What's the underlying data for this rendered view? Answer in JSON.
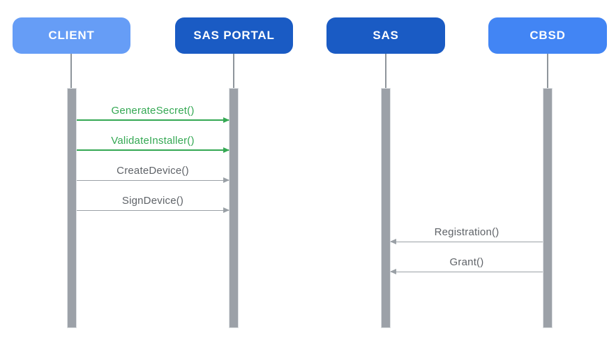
{
  "diagram": {
    "type": "sequence-diagram",
    "actors": [
      {
        "id": "client",
        "label": "CLIENT",
        "fill": "#669DF6",
        "text_color": "#FFFFFF"
      },
      {
        "id": "sas-portal",
        "label": "SAS PORTAL",
        "fill": "#1A5BC4",
        "text_color": "#FFFFFF"
      },
      {
        "id": "sas",
        "label": "SAS",
        "fill": "#1A5BC4",
        "text_color": "#FFFFFF"
      },
      {
        "id": "cbsd",
        "label": "CBSD",
        "fill": "#4285F4",
        "text_color": "#FFFFFF"
      }
    ],
    "messages": [
      {
        "label": "GenerateSecret()",
        "from": "CLIENT",
        "to": "SAS PORTAL",
        "direction": "right",
        "line_color": "#34A853",
        "text_color": "#34A853"
      },
      {
        "label": "ValidateInstaller()",
        "from": "CLIENT",
        "to": "SAS PORTAL",
        "direction": "right",
        "line_color": "#34A853",
        "text_color": "#34A853"
      },
      {
        "label": "CreateDevice()",
        "from": "CLIENT",
        "to": "SAS PORTAL",
        "direction": "right",
        "line_color": "#9AA0A6",
        "text_color": "#5F6368"
      },
      {
        "label": "SignDevice()",
        "from": "CLIENT",
        "to": "SAS PORTAL",
        "direction": "right",
        "line_color": "#9AA0A6",
        "text_color": "#5F6368"
      },
      {
        "label": "Registration()",
        "from": "CBSD",
        "to": "SAS",
        "direction": "left",
        "line_color": "#9AA0A6",
        "text_color": "#5F6368"
      },
      {
        "label": "Grant()",
        "from": "CBSD",
        "to": "SAS",
        "direction": "left",
        "line_color": "#9AA0A6",
        "text_color": "#5F6368"
      }
    ],
    "colors": {
      "background": "#FFFFFF",
      "lifeline_stem": "#8E959B",
      "activation_fill": "#9CA1A8",
      "activation_border": "#DEE1E4"
    }
  }
}
